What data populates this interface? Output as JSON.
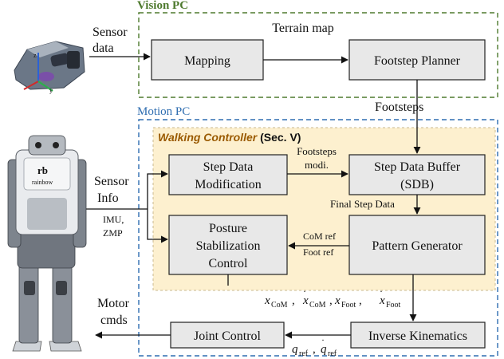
{
  "vision_pc": {
    "title": "Vision PC",
    "color": "#4e7a2e"
  },
  "motion_pc": {
    "title": "Motion PC",
    "color": "#2e6db0"
  },
  "walking_controller": {
    "title": "Walking Controller",
    "section": "(Sec. V)",
    "fill": "#fdf0cf"
  },
  "boxes": {
    "mapping": "Mapping",
    "footstep_planner": "Footstep Planner",
    "step_data_modification": [
      "Step Data",
      "Modification"
    ],
    "step_data_buffer": [
      "Step Data Buffer",
      "(SDB)"
    ],
    "posture_stabilization": [
      "Posture",
      "Stabilization",
      "Control"
    ],
    "pattern_generator": "Pattern Generator",
    "joint_control": "Joint Control",
    "inverse_kinematics": "Inverse Kinematics"
  },
  "labels": {
    "sensor_data": [
      "Sensor",
      "data"
    ],
    "terrain_map": "Terrain map",
    "footsteps": "Footsteps",
    "footsteps_modi": [
      "Footsteps",
      "modi."
    ],
    "final_step_data": "Final Step Data",
    "sensor_info": [
      "Sensor",
      "Info"
    ],
    "imu_zmp": [
      "IMU,",
      "ZMP"
    ],
    "com_ref": "CoM ref",
    "foot_ref": "Foot ref",
    "motor_cmds": [
      "Motor",
      "cmds"
    ]
  },
  "math": {
    "x": "x",
    "com": "CoM",
    "foot": "Foot",
    "q": "q",
    "ref": "ref"
  },
  "icons": {
    "sensor": "stereo-camera-icon",
    "robot": "humanoid-robot-icon"
  }
}
